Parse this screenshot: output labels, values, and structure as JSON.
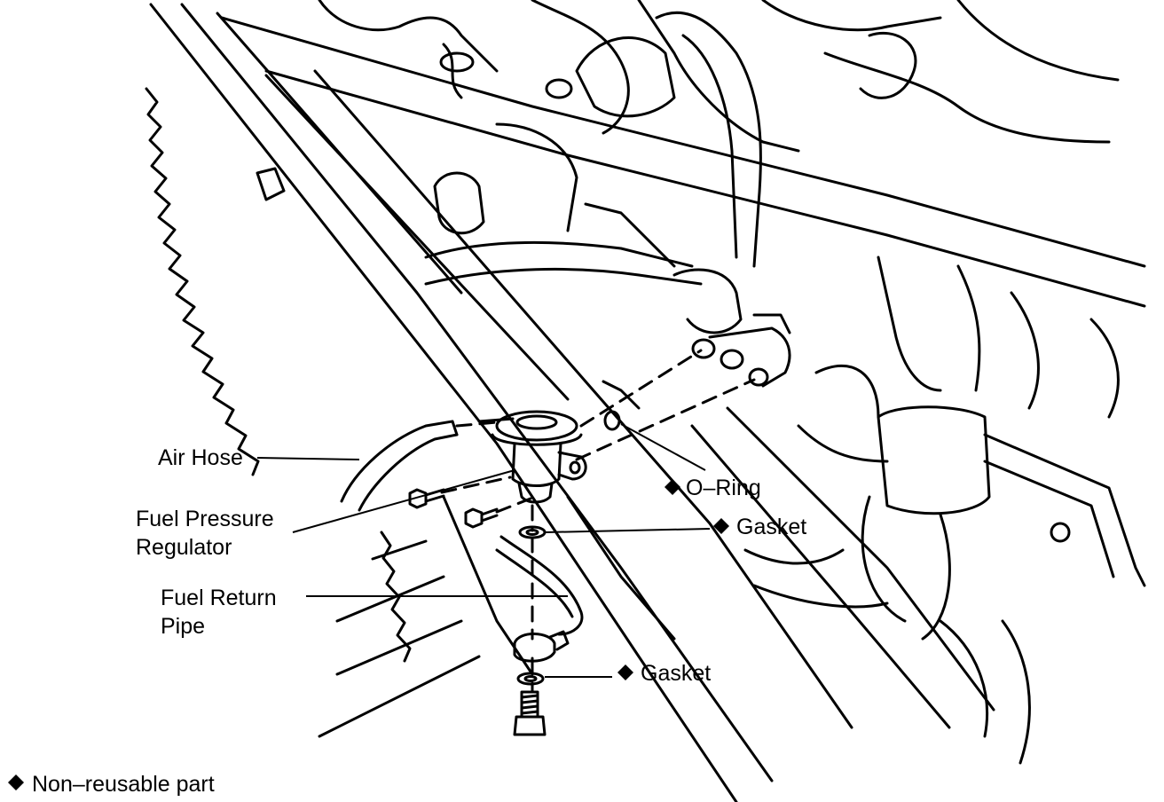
{
  "labels": {
    "air_hose": "Air Hose",
    "fuel_pressure_regulator_line1": "Fuel Pressure",
    "fuel_pressure_regulator_line2": "Regulator",
    "fuel_return_pipe_line1": "Fuel Return",
    "fuel_return_pipe_line2": "Pipe",
    "o_ring": "O–Ring",
    "gasket_upper": "Gasket",
    "gasket_lower": "Gasket"
  },
  "legend": {
    "text": "Non–reusable part",
    "symbol_icon": "black-diamond-icon"
  },
  "colors": {
    "ink": "#000000",
    "background": "#ffffff"
  }
}
